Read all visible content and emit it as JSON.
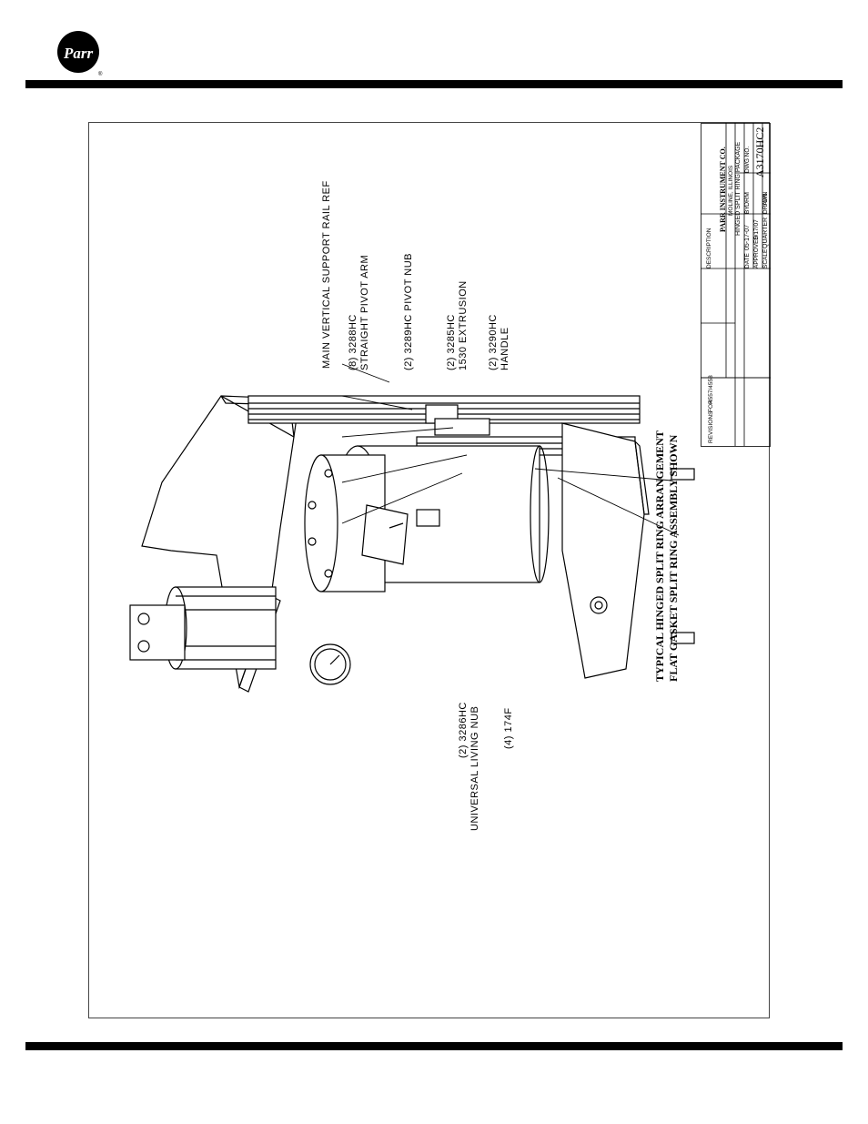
{
  "logo": {
    "text": "Parr",
    "registered": "®"
  },
  "callouts": {
    "rail": "MAIN VERTICAL SUPPORT RAIL REF",
    "pivot_arm_1": "(8) 3288HC",
    "pivot_arm_2": "STRAIGHT PIVOT ARM",
    "pivot_nub": "(2) 3289HC PIVOT NUB",
    "extrusion_1": "(2) 3285HC",
    "extrusion_2": "1530 EXTRUSION",
    "handle_1": "(2) 3290HC",
    "handle_2": "HANDLE",
    "living_nub_1": "(2) 3286HC",
    "living_nub_2": "UNIVERSAL LIVING NUB",
    "bolt": "(4) 174F"
  },
  "caption": {
    "line1": "TYPICAL HINGED SPLIT RING ARRANGEMENT",
    "line2": "FLAT GASKET SPLIT RING ASSEMBLY SHOWN"
  },
  "title_block": {
    "company": "PARR INSTRUMENT CO.",
    "location": "MOLINE, ILLINOIS",
    "description_label": "DESCRIPTION",
    "description": "HINGED SPLIT RING PACKAGE",
    "date_label": "DATE",
    "date": "05-17-07",
    "by_label": "BY",
    "by": "DRM",
    "dwg_label": "DWG NO.",
    "dwg_no": "A3170HC2",
    "approved_label": "APPROVED",
    "approved": "5/17/07",
    "scale_label": "SCALE",
    "scale": "QUARTER",
    "drawn_label": "DRAWN",
    "drawn": "TDN",
    "revisions_label": "REVISIONS",
    "revisions_for": "FOR",
    "revisions_value": "4557/4558"
  }
}
